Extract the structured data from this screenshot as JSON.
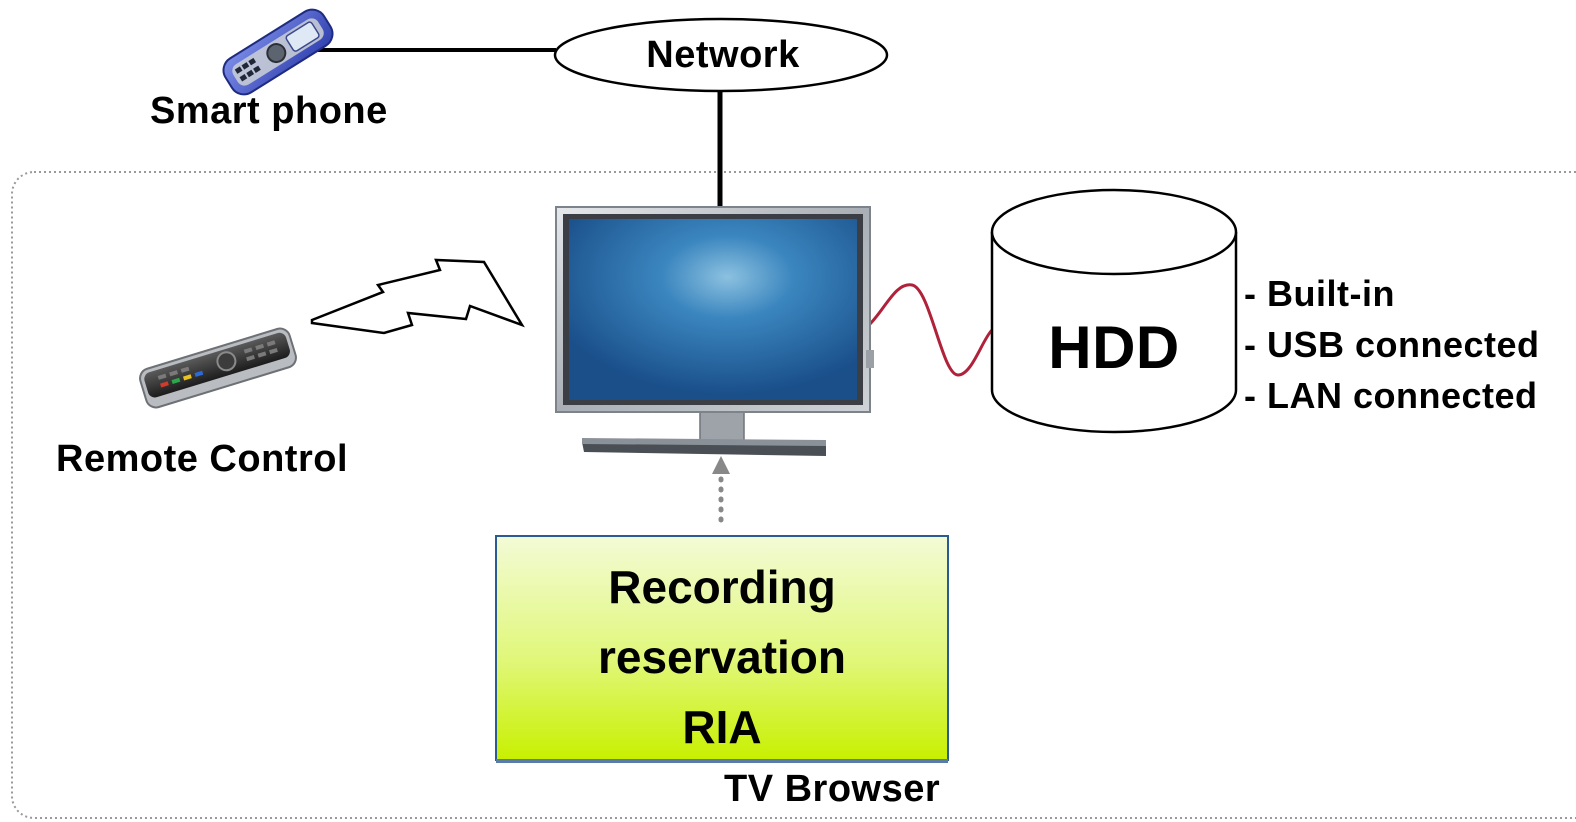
{
  "diagram": {
    "network_label": "Network",
    "smartphone_label": "Smart phone",
    "remote_label": "Remote Control",
    "hdd_label": "HDD",
    "hdd_types": [
      "- Built-in",
      "- USB connected",
      "- LAN connected"
    ],
    "ria_lines": [
      "Recording",
      "reservation",
      "RIA"
    ],
    "browser_label": "TV Browser"
  },
  "colors": {
    "tv_screen": "#1e5f9c",
    "hdd_cable": "#b0213a",
    "ria_box_top": "#f3fbd6",
    "ria_box_bottom": "#c8f000",
    "ria_border": "#2b5b94",
    "boundary": "#9a9a9a"
  },
  "icons": [
    "smartphone-icon",
    "tv-icon",
    "remote-control-icon",
    "wireless-signal-icon",
    "hdd-icon"
  ]
}
